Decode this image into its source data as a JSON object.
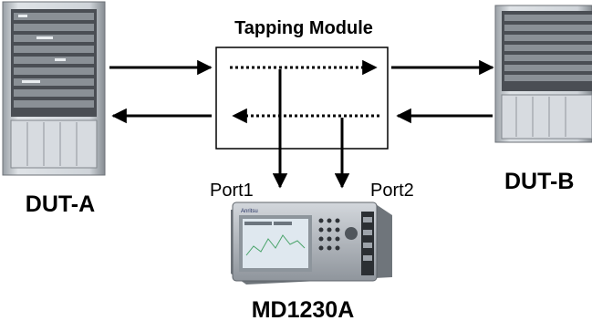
{
  "labels": {
    "tapping_module": "Tapping Module",
    "dut_a": "DUT-A",
    "dut_b": "DUT-B",
    "port1": "Port1",
    "port2": "Port2",
    "analyzer": "MD1230A"
  },
  "analyzer_screen": {
    "brand": "Anritsu"
  },
  "colors": {
    "line": "#000000",
    "rack_frame": "#c9cdd2",
    "rack_shadow": "#7d8288",
    "rack_panel": "#3a3d42",
    "analyzer_body": "#b9bec4",
    "analyzer_screen": "#dfe8ef",
    "analyzer_plot": "#4aa46a"
  }
}
